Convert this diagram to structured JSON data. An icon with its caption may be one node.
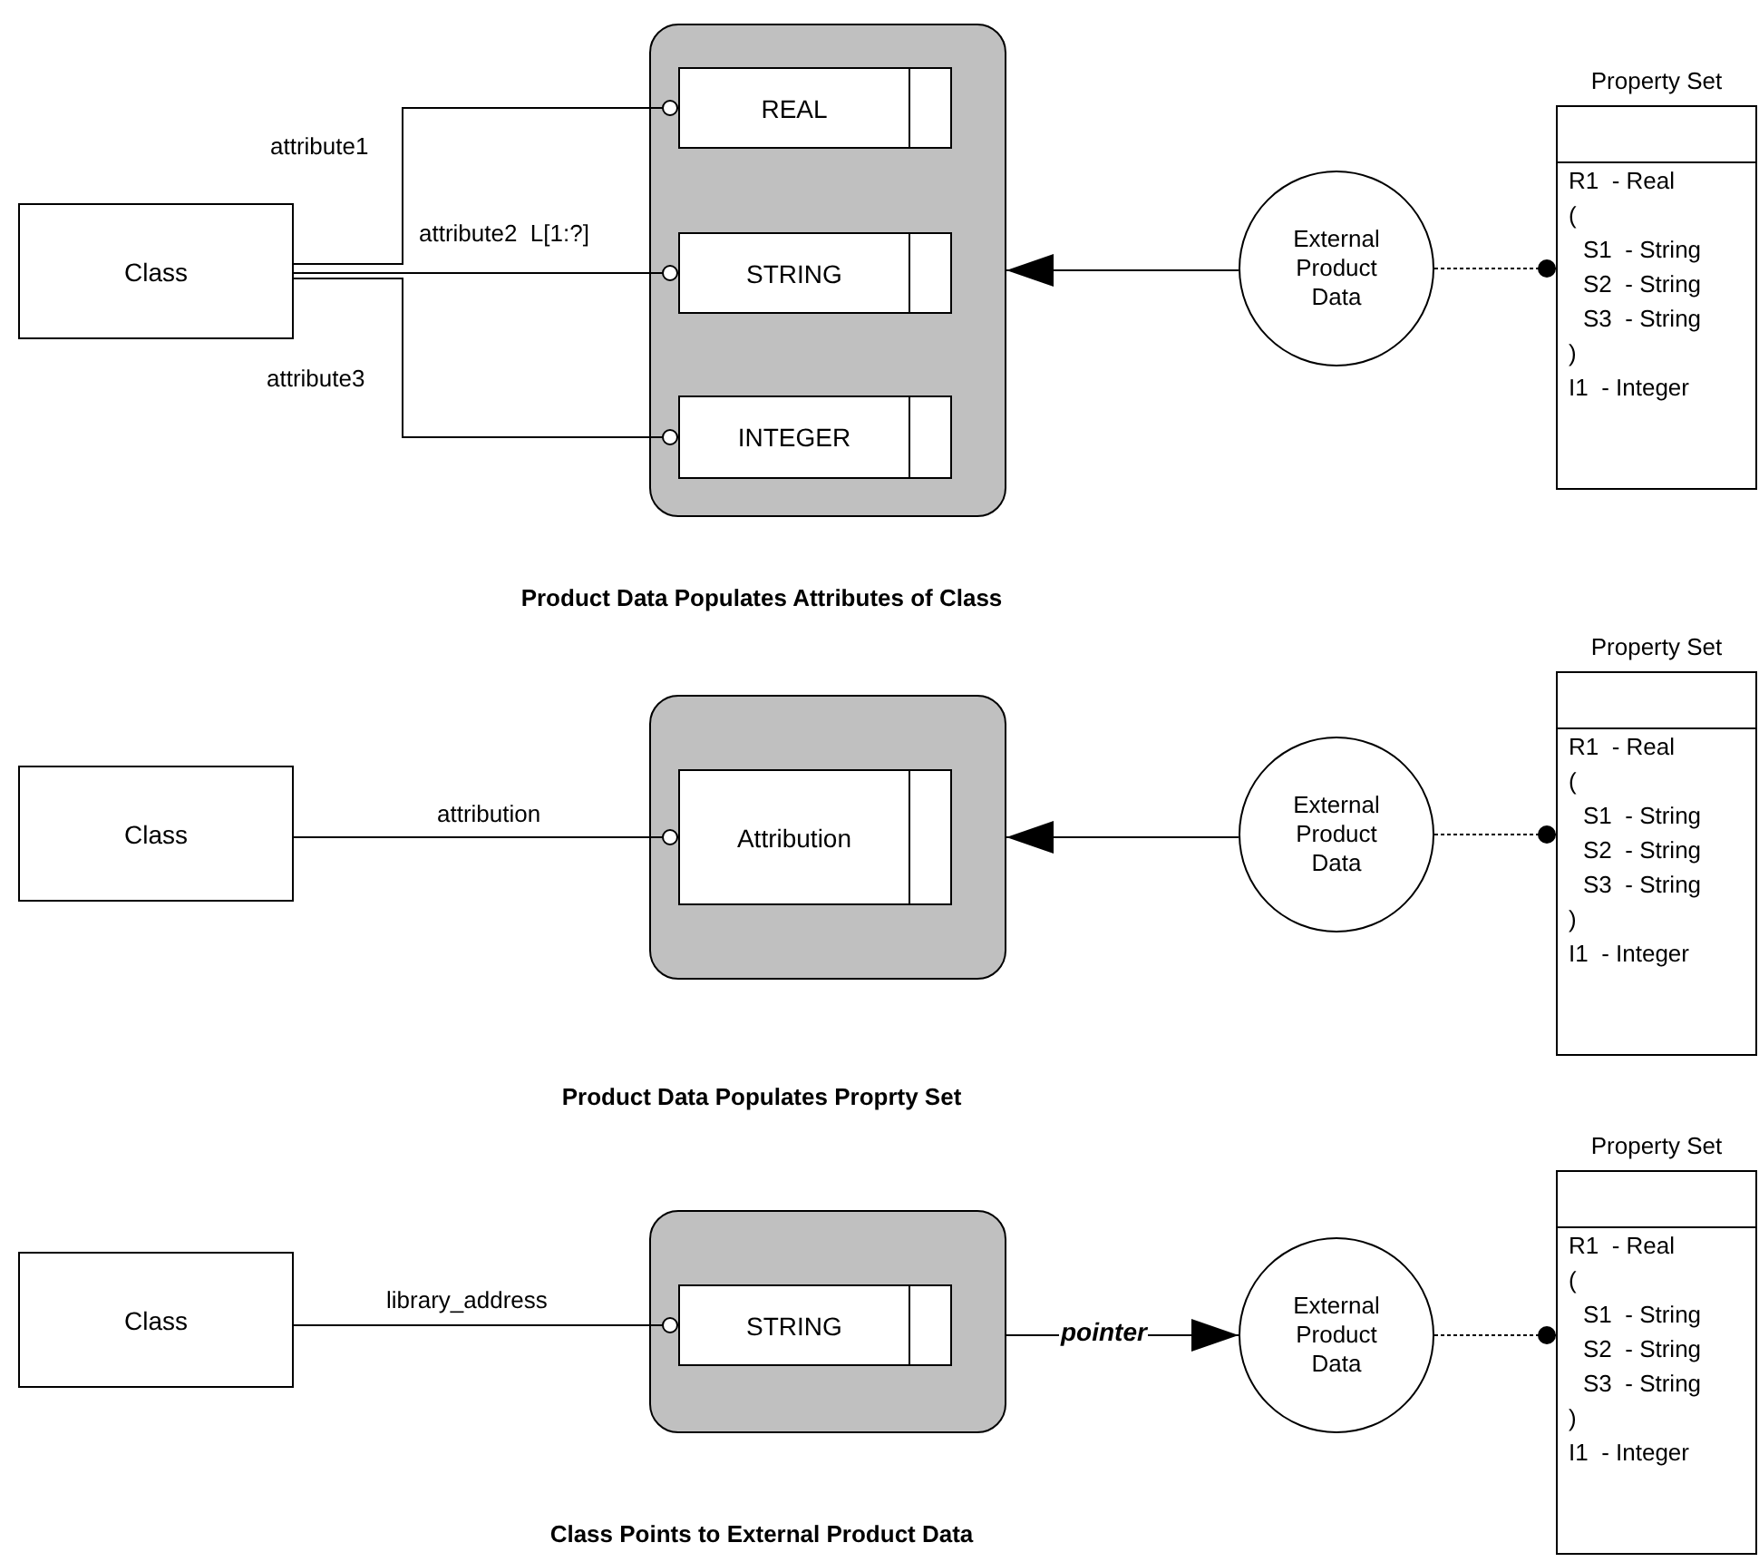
{
  "diagram": {
    "nodes": [
      {
        "text": [
          "Class"
        ]
      },
      {
        "text": [],
        "shape": "box"
      },
      {
        "text": [
          "REAL"
        ],
        "in": 1
      },
      {
        "text": [
          "STRING"
        ],
        "in": 1
      },
      {
        "text": [
          "INTEGER"
        ],
        "in": 1
      },
      {
        "text": [
          "External Product Data"
        ]
      },
      {
        "text": [
          "Property Set",
          "R1  - Real",
          "(",
          "S1  - String",
          "S2  - String",
          "S3  - String",
          ")",
          "I1  - Integer"
        ]
      },
      {
        "text": [
          "Class"
        ]
      },
      {
        "text": [],
        "shape": "box"
      },
      {
        "text": [
          "Attribution"
        ],
        "in": 8
      },
      {
        "text": [
          "External Product Data"
        ]
      },
      {
        "text": [
          "Property Set",
          "R1  - Real",
          "(",
          "S1  - String",
          "S2  - String",
          "S3  - String",
          ")",
          "I1  - Integer"
        ]
      },
      {
        "text": [
          "Class"
        ]
      },
      {
        "text": [],
        "shape": "box"
      },
      {
        "text": [
          "STRING"
        ],
        "in": 13
      },
      {
        "text": [
          "External Product Data"
        ]
      },
      {
        "text": [
          "Property Set",
          "R1  - Real",
          "(",
          "S1  - String",
          "S2  - String",
          "S3  - String",
          ")",
          "I1  - Integer"
        ]
      }
    ],
    "edges": [
      {
        "from": 0,
        "to": 2,
        "arrow": "other",
        "label": "attribute1"
      },
      {
        "from": 0,
        "to": 3,
        "arrow": "other",
        "label": "attribute2  L[1:?]"
      },
      {
        "from": 0,
        "to": 4,
        "arrow": "other",
        "label": "attribute3"
      },
      {
        "from": 5,
        "to": 1,
        "arrow": "to"
      },
      {
        "from": 5,
        "to": 6,
        "arrow": "other",
        "style": "dashed"
      },
      {
        "from": 7,
        "to": 9,
        "arrow": "other",
        "label": "attribution"
      },
      {
        "from": 10,
        "to": 8,
        "arrow": "to"
      },
      {
        "from": 10,
        "to": 11,
        "arrow": "other",
        "style": "dashed"
      },
      {
        "from": 12,
        "to": 14,
        "arrow": "other",
        "label": "library_address"
      },
      {
        "from": 13,
        "to": 15,
        "arrow": "to",
        "label": "pointer"
      },
      {
        "from": 15,
        "to": 16,
        "arrow": "other",
        "style": "dashed"
      }
    ],
    "labels": [
      "Product Data Populates Attributes of Class",
      "Product Data Populates Proprty Set",
      "Class Points to External Product Data"
    ]
  }
}
